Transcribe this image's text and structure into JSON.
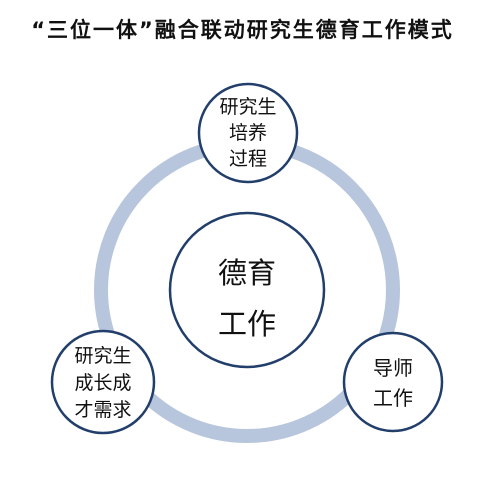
{
  "title": "“三位一体”融合联动研究生德育工作模式",
  "colors": {
    "ring": "#b7c6dc",
    "node_fill": "#ffffff",
    "node_stroke": "#223e6a",
    "text": "#111111"
  },
  "center": {
    "lines": [
      "德育",
      "工作"
    ]
  },
  "nodes": [
    {
      "id": "process",
      "lines": [
        "研究生",
        "培养",
        "过程"
      ]
    },
    {
      "id": "mentor",
      "lines": [
        "导师",
        "工作"
      ]
    },
    {
      "id": "needs",
      "lines": [
        "研究生",
        "成长成",
        "才需求"
      ]
    }
  ]
}
